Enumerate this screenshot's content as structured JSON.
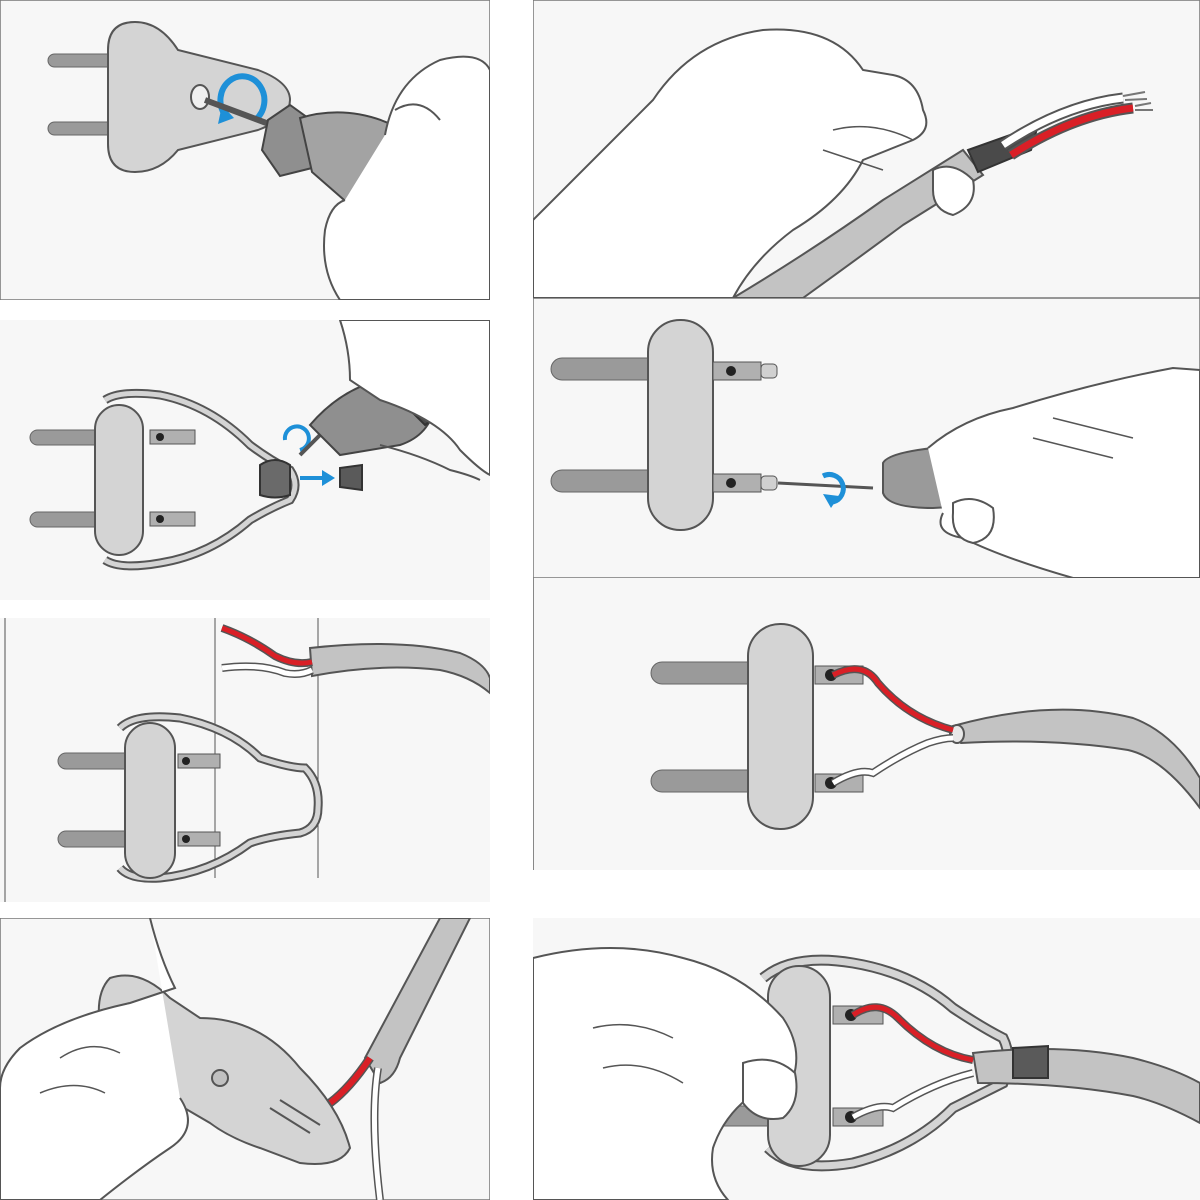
{
  "colors": {
    "background": "#f7f7f7",
    "line": "#555555",
    "plug_body": "#d4d4d4",
    "pin": "#9a9a9a",
    "cable": "#c3c3c3",
    "wire_live": "#d91f26",
    "wire_neutral": "#ffffff",
    "rotation_arrow": "#1e90d8",
    "tool_dark": "#4a4a4a",
    "tool_mid": "#8f8f8f",
    "skin": "#ffffff"
  },
  "panels": [
    {
      "id": "p1",
      "icon": "loosen-screw"
    },
    {
      "id": "p2",
      "icon": "pull-cable"
    },
    {
      "id": "p3",
      "icon": "remove-strain-nut"
    },
    {
      "id": "p4",
      "icon": "loosen-terminal"
    },
    {
      "id": "p5",
      "icon": "route-cable"
    },
    {
      "id": "p6",
      "icon": "connect-wires"
    },
    {
      "id": "p7",
      "icon": "strip-wire"
    },
    {
      "id": "p8",
      "icon": "reassemble-plug"
    }
  ]
}
